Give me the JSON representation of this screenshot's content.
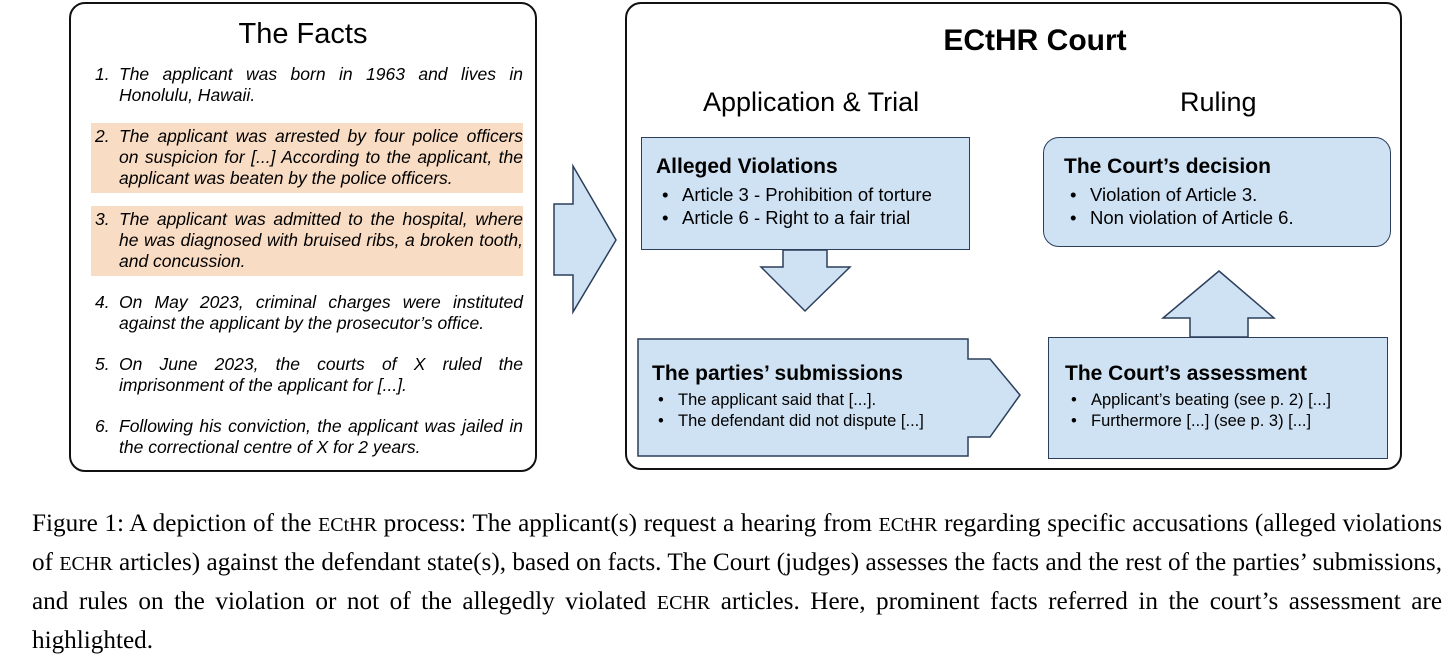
{
  "facts": {
    "title": "The Facts",
    "items": [
      {
        "num": "1.",
        "text": "The applicant was born in 1963 and lives in Honolulu, Hawaii.",
        "highlighted": false
      },
      {
        "num": "2.",
        "text": "The applicant was arrested by four police officers on suspicion for [...] According to the applicant, the applicant was beaten by the police officers.",
        "highlighted": true
      },
      {
        "num": "3.",
        "text": "The applicant was admitted to the hospital, where he was diagnosed with bruised ribs, a broken tooth, and concussion.",
        "highlighted": true
      },
      {
        "num": "4.",
        "text": "On May 2023, criminal charges were instituted against the applicant by the prosecutor’s office.",
        "highlighted": false
      },
      {
        "num": "5.",
        "text": "On June 2023, the courts of X ruled the imprisonment of the applicant for [...].",
        "highlighted": false
      },
      {
        "num": "6.",
        "text": "Following his conviction, the applicant was jailed in the correctional centre of X for 2 years.",
        "highlighted": false
      }
    ]
  },
  "court": {
    "title": "ECtHR Court",
    "application_heading": "Application & Trial",
    "ruling_heading": "Ruling",
    "alleged": {
      "title": "Alleged Violations",
      "items": [
        "Article 3 - Prohibition of torture",
        "Article 6 - Right to a fair trial"
      ]
    },
    "decision": {
      "title": "The Court’s decision",
      "items": [
        "Violation of Article 3.",
        "Non violation of Article 6."
      ]
    },
    "submissions": {
      "title": "The parties’ submissions",
      "items": [
        "The applicant said that [...].",
        "The defendant did not dispute [...]"
      ]
    },
    "assessment": {
      "title": "The Court’s assessment",
      "items": [
        "Applicant’s beating (see p. 2) [...]",
        "Furthermore [...] (see p. 3) [...]"
      ]
    }
  },
  "caption": {
    "label": "Figure 1:",
    "t1": " A depiction of the ",
    "s1": "ECtHR",
    "t2": " process: The applicant(s) request a hearing from ",
    "s2": "ECtHR",
    "t3": " regarding specific accusations (alleged violations of ",
    "s3": "ECHR",
    "t4": " articles) against the defendant state(s), based on facts. The Court (judges) assesses the facts and the rest of the parties’ submissions, and rules on the violation or not of the allegedly violated ",
    "s4": "ECHR",
    "t5": " articles. Here, prominent facts referred in the court’s assessment are highlighted."
  },
  "colors": {
    "box_fill": "#cfe2f3",
    "box_stroke": "#2b3f5c",
    "highlight": "#f9dcc4",
    "panel_border": "#111111"
  }
}
